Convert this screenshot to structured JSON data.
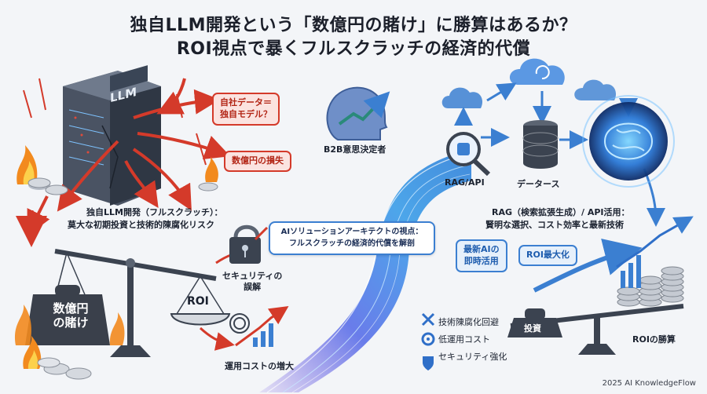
{
  "title": {
    "line1": "独自LLM開発という「数億円の賭け」に勝算はあるか？",
    "line2": "ROI視点で暴くフルスクラッチの経済的代償"
  },
  "left": {
    "server_label": "LLM",
    "bubble_own_data": "自社データ＝\n独自モデル？",
    "bubble_loss": "数億円の損失",
    "dev_label_line1": "独自LLM開発（フルスクラッチ）：",
    "dev_label_line2": "莫大な初期投資と技術的陳腐化リスク",
    "weight_label": "数億円\nの賭け",
    "roi_label": "ROI",
    "security_label": "セキュリティの\n誤解",
    "cost_label": "運用コストの増大"
  },
  "center": {
    "decision_maker": "B2B意思決定者",
    "architect_box": "AIソリューションアーキテクトの視点：\nフルスクラッチの経済的代償を解剖",
    "legend": [
      {
        "icon": "tools-icon",
        "label": "技術陳腐化回避"
      },
      {
        "icon": "gear-icon",
        "label": "低運用コスト"
      },
      {
        "icon": "shield-icon",
        "label": "セキュリティ強化"
      }
    ]
  },
  "right": {
    "rag_label": "RAG/API",
    "data_label": "データース",
    "rag_desc_line1": "RAG（検索拡張生成）/ API活用：",
    "rag_desc_line2": "賢明な選択、コスト効率と最新技術",
    "bubble_latest": "最新AIの\n即時活用",
    "bubble_roi_max": "ROI最大化",
    "invest_label": "投資",
    "roi_win_label": "ROIの勝算"
  },
  "footer": "2025 AI KnowledgeFlow",
  "colors": {
    "red": "#d43a2a",
    "blue": "#3b7fd1",
    "dark": "#3b4350"
  }
}
